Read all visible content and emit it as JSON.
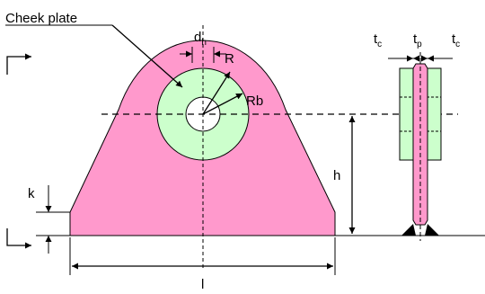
{
  "labels": {
    "cheek_plate": "Cheek plate",
    "d_main": "d",
    "d_sub": "h",
    "R": "R",
    "Rb": "Rb",
    "h": "h",
    "k": "k",
    "l": "l",
    "tc_main": "t",
    "tc_sub": "c",
    "tp_main": "t",
    "tp_sub": "p"
  },
  "colors": {
    "plate": "#ff99cc",
    "cheek": "#ccffcc",
    "hole": "#ffffff",
    "line": "#000000"
  }
}
